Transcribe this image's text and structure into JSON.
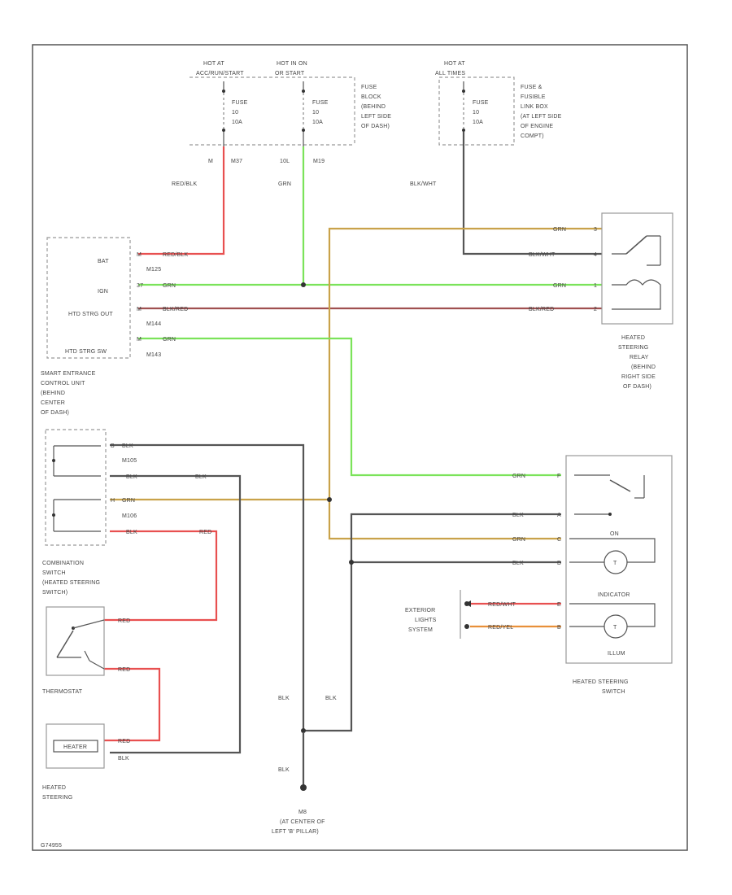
{
  "colors": {
    "red": "#e85050",
    "green": "#7be35a",
    "yellow": "#c9a24a",
    "black": "#555555",
    "brown": "#a05050",
    "orange": "#e8903a",
    "frame": "#555555"
  },
  "power": {
    "hot_acc": [
      "HOT AT",
      "ACC/RUN/START"
    ],
    "hot_run": [
      "HOT IN ON",
      "OR START"
    ],
    "hot_all": [
      "HOT AT",
      "ALL TIMES"
    ],
    "fuse_a": [
      "FUSE",
      "10",
      "10A"
    ],
    "fuse_b": [
      "FUSE",
      "10",
      "10A"
    ],
    "fuse_c": [
      "FUSE",
      "10",
      "10A"
    ],
    "fuse_block": [
      "FUSE",
      "BLOCK",
      "(BEHIND",
      "LEFT SIDE",
      "OF DASH)"
    ],
    "fuse_link": [
      "FUSE &",
      "FUSIBLE",
      "LINK BOX",
      "(AT LEFT SIDE",
      "OF ENGINE",
      "COMPT)"
    ],
    "wire_id_1": "M",
    "wire_id_2": "M37",
    "wire_id_3": "10L",
    "wire_id_4": "M19"
  },
  "wires": {
    "red_blk": "RED/BLK",
    "grn": "GRN",
    "blk_wht": "BLK/WHT",
    "blk_red": "BLK/RED",
    "blk": "BLK",
    "red": "RED",
    "red_wht": "RED/WHT",
    "red_yel": "RED/YEL"
  },
  "pins": {
    "p_m": "M",
    "p_37": "37",
    "p_m2": "M",
    "p_m3": "M",
    "p_3": "3",
    "p_4": "4",
    "p_1": "1",
    "p_2": "2",
    "p_b": "B",
    "p_h": "H",
    "p_f": "F",
    "p_a": "A",
    "p_c": "C",
    "p_d": "D",
    "p_e": "E",
    "p_b2": "B",
    "conn_1": "M125",
    "conn_2": "M144",
    "conn_3": "M143",
    "conn_4": "M105",
    "conn_5": "M106"
  },
  "smart_unit": {
    "bat": "BAT",
    "ign": "IGN",
    "htd_out": "HTD STRG OUT",
    "htd_sw": "HTD STRG SW",
    "title": [
      "SMART ENTRANCE",
      "CONTROL UNIT",
      "(BEHIND",
      "CENTER",
      "OF DASH)"
    ]
  },
  "relay": {
    "title": [
      "HEATED",
      "STEERING",
      "RELAY",
      "(BEHIND",
      "RIGHT SIDE",
      "OF DASH)"
    ]
  },
  "combo_switch": {
    "title": [
      "COMBINATION",
      "SWITCH",
      "(HEATED STEERING",
      "SWITCH)"
    ]
  },
  "thermostat": {
    "title": "THERMOSTAT"
  },
  "heated_steering": {
    "title": [
      "HEATED",
      "STEERING"
    ],
    "element": "HEATER"
  },
  "hs_switch": {
    "on": "ON",
    "indicator": "INDICATOR",
    "illum": "ILLUM",
    "title": [
      "HEATED STEERING",
      "SWITCH"
    ]
  },
  "ext_lights": [
    "EXTERIOR",
    "LIGHTS",
    "SYSTEM"
  ],
  "ground": {
    "id": "M8",
    "desc": [
      "(AT CENTER OF",
      "LEFT 'B' PILLAR)"
    ]
  },
  "footer_code": "G74955"
}
